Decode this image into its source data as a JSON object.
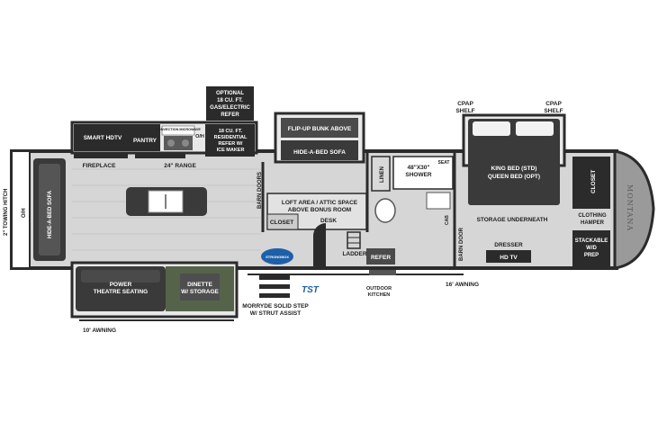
{
  "labels": {
    "towing_hitch": "2\" TOWING HITCH",
    "oh_left": "O/H",
    "hide_a_bed_left": "HIDE-A-BED SOFA",
    "smart_hdtv": "SMART HDTV",
    "pantry": "PANTRY",
    "convection_microwave": "CONVECTION MICROWAVE",
    "oh_kitchen": "O/H",
    "fireplace": "FIREPLACE",
    "range": "24\" RANGE",
    "optional_refer_1": "OPTIONAL",
    "optional_refer_2": "18 CU. FT.",
    "optional_refer_3": "GAS/ELECTRIC",
    "optional_refer_4": "REFER",
    "res_refer_1": "18 CU. FT.",
    "res_refer_2": "RESIDENTIAL",
    "res_refer_3": "REFER W/",
    "res_refer_4": "ICE MAKER",
    "flip_up_bunk": "FLIP-UP BUNK ABOVE",
    "hide_a_bed_center": "HIDE-A-BED SOFA",
    "barn_doors": "BARN DOORS",
    "loft_1": "LOFT AREA / ATTIC SPACE",
    "loft_2": "ABOVE BONUS ROOM",
    "closet_loft": "CLOSET",
    "desk": "DESK",
    "linen": "LINEN",
    "shower_1": "48\"X30\"",
    "shower_2": "SHOWER",
    "seat": "SEAT",
    "cab": "CAB",
    "ladder": "LADDER",
    "refer_outdoor": "REFER",
    "barn_door": "BARN DOOR",
    "outdoor_kitchen_1": "OUTDOOR",
    "outdoor_kitchen_2": "KITCHEN",
    "awning_16": "16' AWNING",
    "cpap_left_1": "CPAP",
    "cpap_left_2": "SHELF",
    "cpap_right_1": "CPAP",
    "cpap_right_2": "SHELF",
    "king_bed": "KING BED (STD)",
    "queen_bed": "QUEEN BED (OPT)",
    "storage_underneath": "STORAGE UNDERNEATH",
    "dresser": "DRESSER",
    "hd_tv": "HD TV",
    "closet_bedroom": "CLOSET",
    "clothing_1": "CLOTHING",
    "clothing_2": "HAMPER",
    "stackable_1": "STACKABLE",
    "stackable_2": "W/D",
    "stackable_3": "PREP",
    "montana": "MONTANA",
    "power_theatre_1": "POWER",
    "power_theatre_2": "THEATRE SEATING",
    "dinette_1": "DINETTE",
    "dinette_2": "W/ STORAGE",
    "morryde_1": "MORRYDE SOLID STEP",
    "morryde_2": "W/ STRUT ASSIST",
    "awning_10": "10' AWNING",
    "tst_logo": "TST",
    "badge_logo": "STRONGBOX"
  },
  "colors": {
    "wall": "#2b2b2b",
    "floor": "#d6d6d6",
    "slide_floor": "#bfbfbf",
    "dark_fixture": "#3a3a3a",
    "accent_blue": "#1e5fa8",
    "sofa_green": "#55634a",
    "cap": "#9a9a9a"
  }
}
